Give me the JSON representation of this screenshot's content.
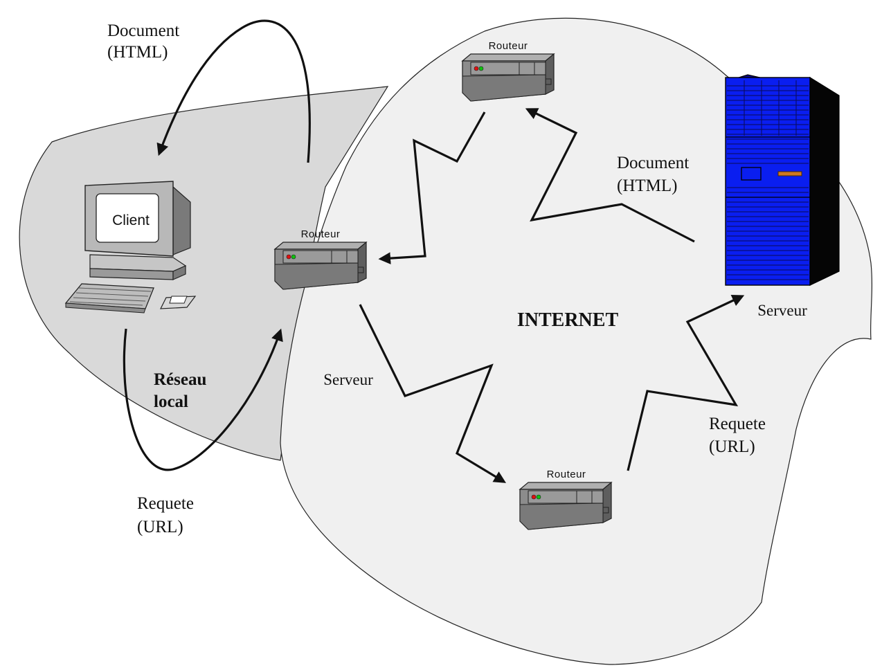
{
  "zones": {
    "local_network": "Réseau\nlocal",
    "internet": "INTERNET"
  },
  "client": {
    "screen_label": "Client"
  },
  "routers": {
    "local": "Routeur",
    "top": "Routeur",
    "bottom": "Routeur"
  },
  "server": {
    "label": "Serveur",
    "color": "#0a1ef0"
  },
  "labels": {
    "doc_top_left": "Document\n(HTML)",
    "doc_right": "Document\n(HTML)",
    "req_bottom_left": "Requete\n(URL)",
    "req_right": "Requete\n(URL)",
    "serveur_mid": "Serveur"
  },
  "colors": {
    "local_zone": "#d9d9d9",
    "internet_zone": "#f0f0f0",
    "router_body": "#8c8c8c",
    "led_red": "#e01010",
    "led_green": "#10c010",
    "server_accent": "#d07820"
  }
}
